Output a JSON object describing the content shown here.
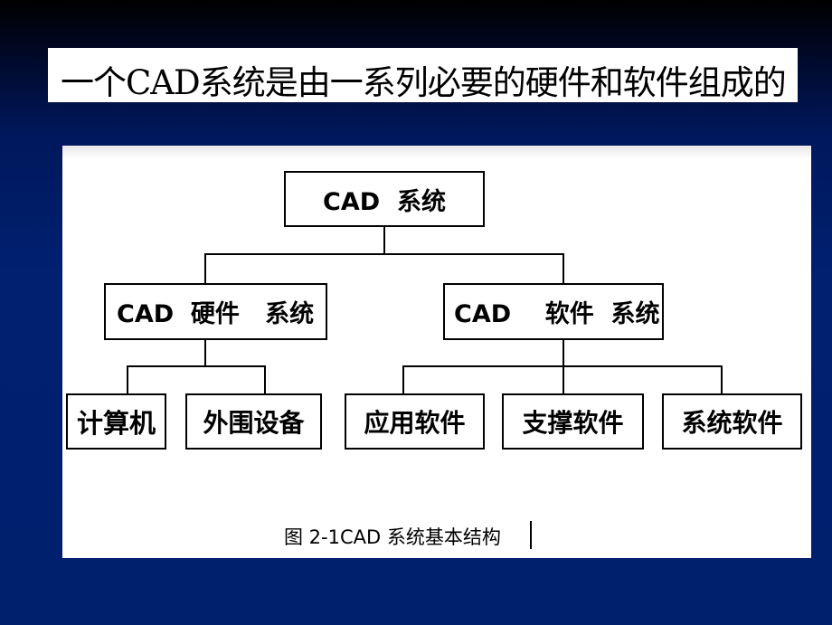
{
  "slide": {
    "title": "一个CAD系统是由一系列必要的硬件和软件组成的"
  },
  "diagram": {
    "root": "CAD  系统",
    "hardware": "CAD  硬件   系统",
    "software": "CAD    软件  系统",
    "hardware_children": [
      "计算机",
      "外围设备"
    ],
    "software_children": [
      "应用软件",
      "支撑软件",
      "系统软件"
    ],
    "caption": "图 2-1CAD 系统基本结构"
  }
}
